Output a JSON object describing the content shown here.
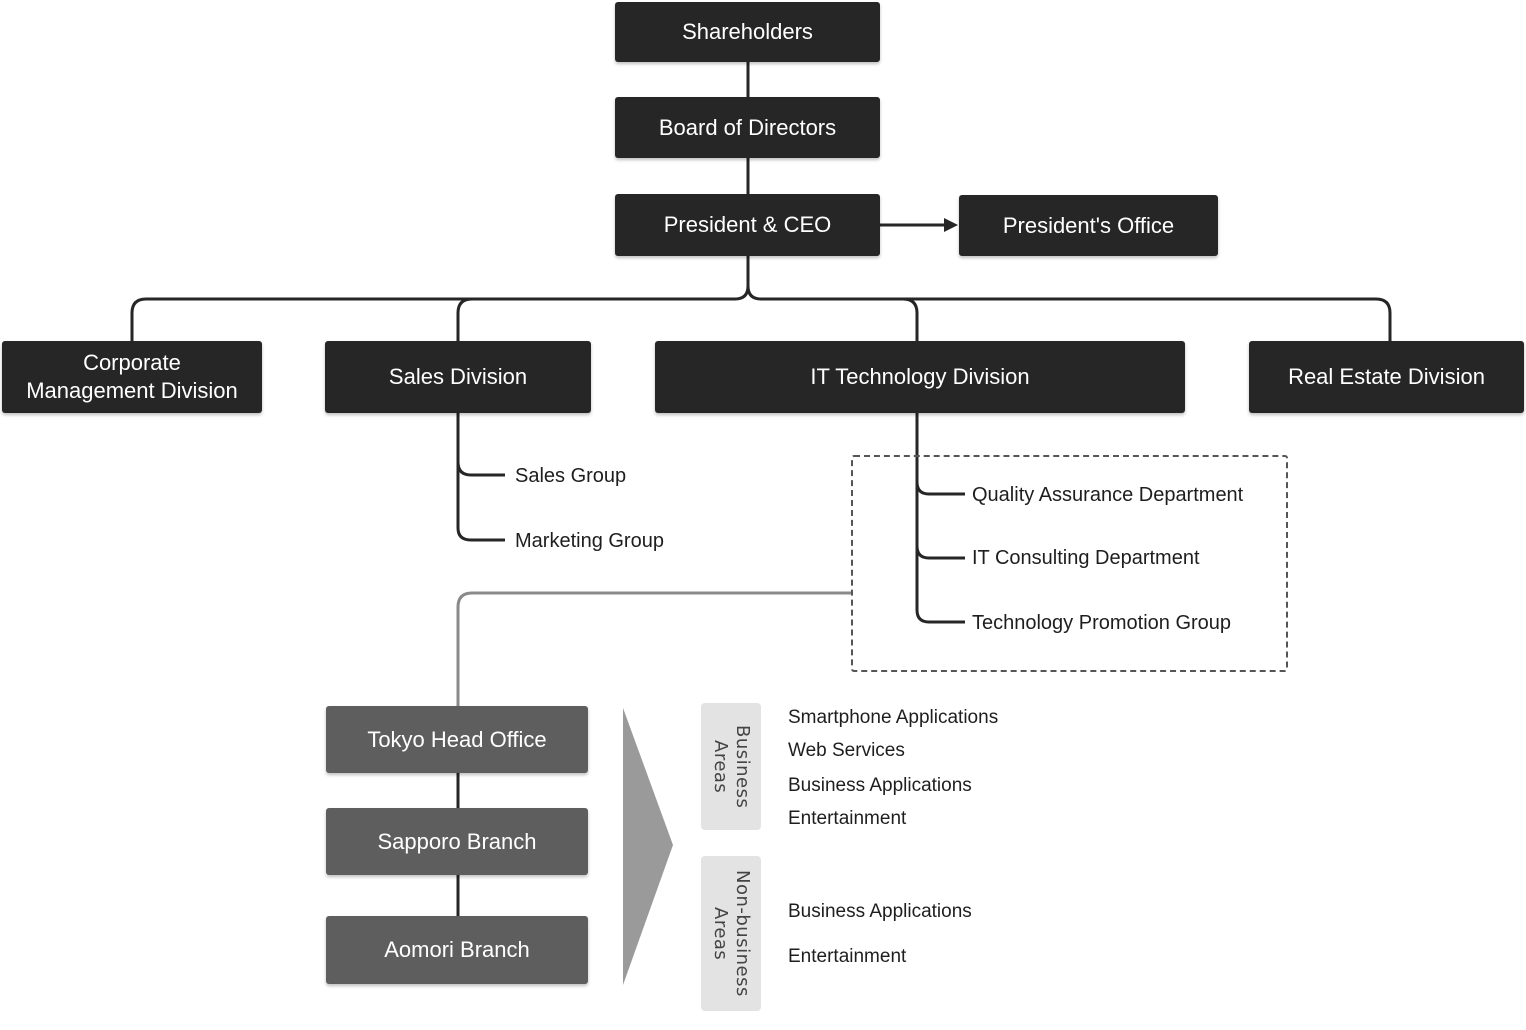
{
  "top": {
    "shareholders": "Shareholders",
    "board": "Board of Directors",
    "president": "President & CEO",
    "presidents_office": "President's Office"
  },
  "divisions": {
    "corporate": "Corporate\nManagement Division",
    "sales": "Sales Division",
    "it": "IT Technology Division",
    "real_estate": "Real Estate Division"
  },
  "sales_groups": [
    "Sales Group",
    "Marketing Group"
  ],
  "it_departments": [
    "Quality Assurance Department",
    "IT Consulting Department",
    "Technology Promotion Group"
  ],
  "offices": [
    "Tokyo Head Office",
    "Sapporo Branch",
    "Aomori Branch"
  ],
  "areas": {
    "business": {
      "label": "Business\nAreas",
      "items": [
        "Smartphone Applications",
        "Web Services",
        "Business Applications",
        "Entertainment"
      ]
    },
    "non_business": {
      "label": "Non-business\nAreas",
      "items": [
        "Business Applications",
        "Entertainment"
      ]
    }
  },
  "colors": {
    "box": "#262626",
    "office_box": "#5e5e5e",
    "line": "#262626",
    "tab": "#e3e3e3",
    "arrow": "#9a9a9a"
  }
}
